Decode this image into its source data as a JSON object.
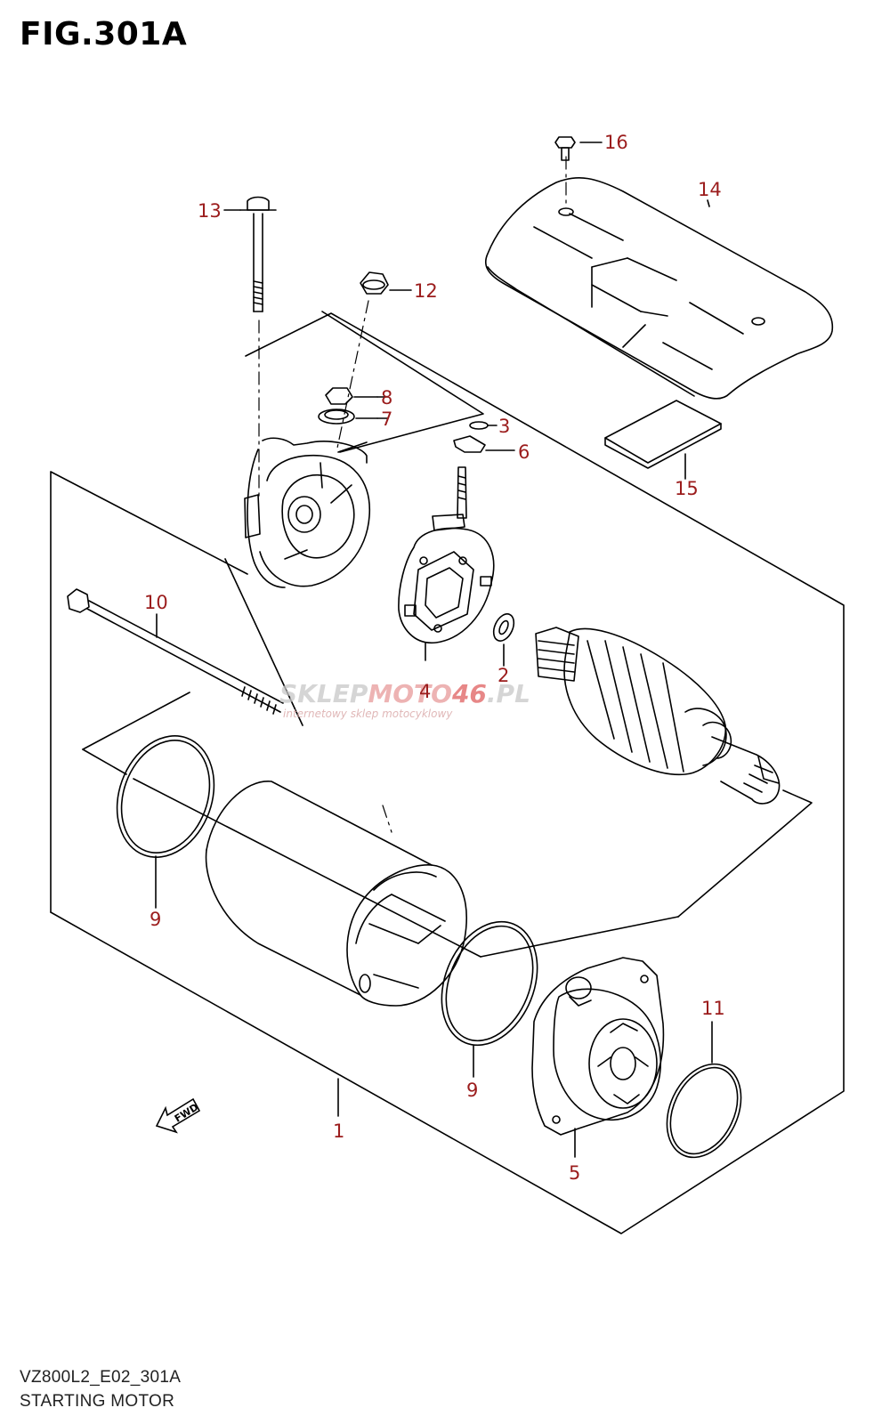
{
  "figure": {
    "title": "FIG.301A",
    "code": "VZ800L2_E02_301A",
    "name": "STARTING MOTOR"
  },
  "colors": {
    "callout": "#9b1c1c",
    "line": "#000000",
    "watermark_gray": "#c8c8c8",
    "watermark_red": "#e89a9a"
  },
  "watermark": {
    "brand_left": "SKLEP",
    "brand_mid": "MOTO",
    "brand_num": "46",
    "brand_tld": ".PL",
    "tagline": "internetowy sklep motocyklowy"
  },
  "fwd_label": "FWD",
  "callouts": {
    "c1": "1",
    "c2": "2",
    "c3": "3",
    "c4": "4",
    "c5": "5",
    "c6": "6",
    "c7": "7",
    "c8": "8",
    "c9a": "9",
    "c9b": "9",
    "c10": "10",
    "c11": "11",
    "c12": "12",
    "c13": "13",
    "c14": "14",
    "c15": "15",
    "c16": "16"
  }
}
